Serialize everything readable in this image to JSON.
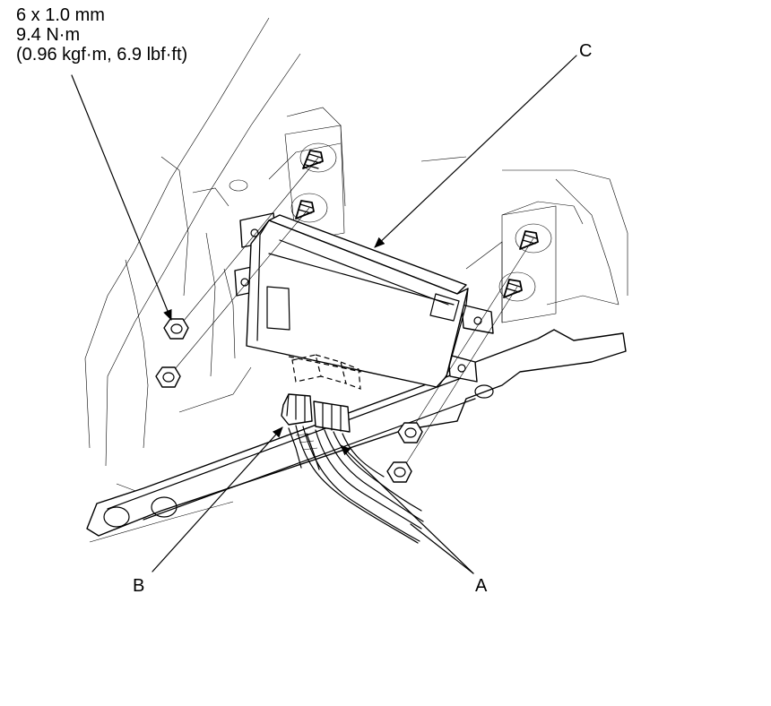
{
  "spec": {
    "size": "6 x 1.0 mm",
    "torque_nm": "9.4 N·m",
    "torque_alt": "(0.96 kgf·m, 6.9 lbf·ft)"
  },
  "callouts": {
    "a": "A",
    "b": "B",
    "c": "C"
  },
  "icons": {
    "nut": "nut-icon",
    "stud": "stud-icon",
    "connector": "connector-icon"
  }
}
